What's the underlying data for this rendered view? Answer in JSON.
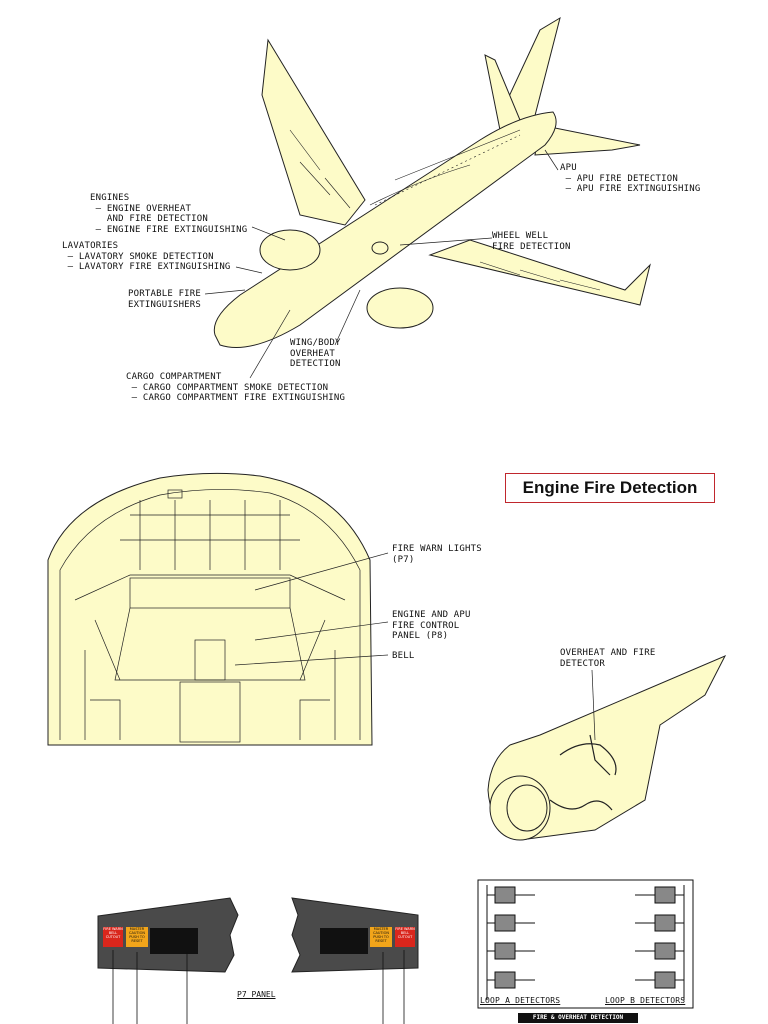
{
  "title": "Engine Fire Detection",
  "aircraft_labels": {
    "engines": "ENGINES\n – ENGINE OVERHEAT\n   AND FIRE DETECTION\n – ENGINE FIRE EXTINGUISHING",
    "lavatories": "LAVATORIES\n – LAVATORY SMOKE DETECTION\n – LAVATORY FIRE EXTINGUISHING",
    "portable": "PORTABLE FIRE\nEXTINGUISHERS",
    "cargo": "CARGO COMPARTMENT\n – CARGO COMPARTMENT SMOKE DETECTION\n – CARGO COMPARTMENT FIRE EXTINGUISHING",
    "wingbody": "WING/BODY\nOVERHEAT\nDETECTION",
    "wheelwell": "WHEEL WELL\nFIRE DETECTION",
    "apu": "APU\n – APU FIRE DETECTION\n – APU FIRE EXTINGUISHING"
  },
  "cockpit_labels": {
    "fire_warn": "FIRE WARN LIGHTS\n(P7)",
    "control_panel": "ENGINE AND APU\nFIRE CONTROL\nPANEL (P8)",
    "bell": "BELL"
  },
  "engine_label": "OVERHEAT AND FIRE\nDETECTOR",
  "p7": {
    "panel_label": "P7 PANEL",
    "left_lamps": [
      "FIRE WARN BELL CUTOUT",
      "MASTER CAUTION PUSH TO RESET"
    ],
    "right_lamps": [
      "MASTER CAUTION PUSH TO RESET",
      "FIRE WARN BELL CUTOUT"
    ]
  },
  "loops": {
    "loop_a": "LOOP A DETECTORS",
    "loop_b": "LOOP B DETECTORS",
    "bar": "FIRE & OVERHEAT DETECTION"
  },
  "colors": {
    "fill": "#fdfbc8",
    "title_border": "#c0272d",
    "panel": "#4a4a4a",
    "lamp_red": "#d9261c",
    "lamp_amber": "#f2a51a"
  }
}
